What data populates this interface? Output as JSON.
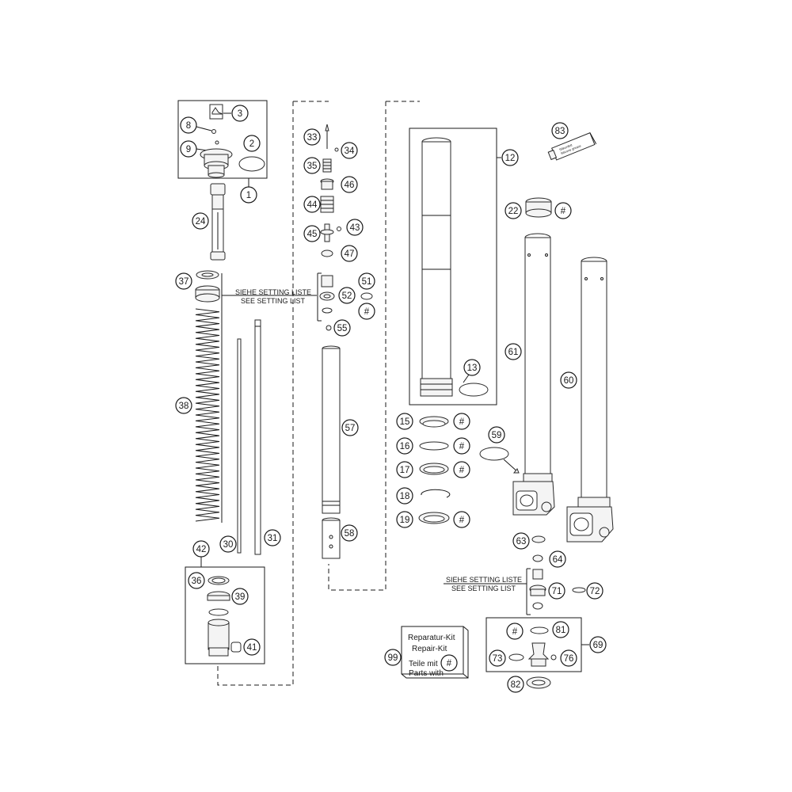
{
  "callouts": [
    {
      "id": "c1",
      "label": "1"
    },
    {
      "id": "c2",
      "label": "2"
    },
    {
      "id": "c3",
      "label": "3"
    },
    {
      "id": "c8",
      "label": "8"
    },
    {
      "id": "c9",
      "label": "9"
    },
    {
      "id": "c24",
      "label": "24"
    },
    {
      "id": "c37",
      "label": "37"
    },
    {
      "id": "c38",
      "label": "38"
    },
    {
      "id": "c30",
      "label": "30"
    },
    {
      "id": "c31",
      "label": "31"
    },
    {
      "id": "c42",
      "label": "42"
    },
    {
      "id": "c36",
      "label": "36"
    },
    {
      "id": "c39",
      "label": "39"
    },
    {
      "id": "c41",
      "label": "41"
    },
    {
      "id": "c33",
      "label": "33"
    },
    {
      "id": "c34",
      "label": "34"
    },
    {
      "id": "c35",
      "label": "35"
    },
    {
      "id": "c46",
      "label": "46"
    },
    {
      "id": "c44",
      "label": "44"
    },
    {
      "id": "c45",
      "label": "45"
    },
    {
      "id": "c43",
      "label": "43"
    },
    {
      "id": "c47",
      "label": "47"
    },
    {
      "id": "c51",
      "label": "51"
    },
    {
      "id": "c52",
      "label": "52"
    },
    {
      "id": "c52h",
      "label": "#"
    },
    {
      "id": "c55",
      "label": "55"
    },
    {
      "id": "c57",
      "label": "57"
    },
    {
      "id": "c58",
      "label": "58"
    },
    {
      "id": "c12",
      "label": "12"
    },
    {
      "id": "c13",
      "label": "13"
    },
    {
      "id": "c15",
      "label": "15"
    },
    {
      "id": "c15h",
      "label": "#"
    },
    {
      "id": "c16",
      "label": "16"
    },
    {
      "id": "c16h",
      "label": "#"
    },
    {
      "id": "c17",
      "label": "17"
    },
    {
      "id": "c17h",
      "label": "#"
    },
    {
      "id": "c18",
      "label": "18"
    },
    {
      "id": "c19",
      "label": "19"
    },
    {
      "id": "c19h",
      "label": "#"
    },
    {
      "id": "c83",
      "label": "83"
    },
    {
      "id": "c22",
      "label": "22"
    },
    {
      "id": "c22h",
      "label": "#"
    },
    {
      "id": "c61",
      "label": "61"
    },
    {
      "id": "c60",
      "label": "60"
    },
    {
      "id": "c59",
      "label": "59"
    },
    {
      "id": "c63",
      "label": "63"
    },
    {
      "id": "c64",
      "label": "64"
    },
    {
      "id": "c71",
      "label": "71"
    },
    {
      "id": "c72",
      "label": "72"
    },
    {
      "id": "c69h",
      "label": "#"
    },
    {
      "id": "c81",
      "label": "81"
    },
    {
      "id": "c69",
      "label": "69"
    },
    {
      "id": "c73",
      "label": "73"
    },
    {
      "id": "c76",
      "label": "76"
    },
    {
      "id": "c82",
      "label": "82"
    },
    {
      "id": "c99",
      "label": "99"
    },
    {
      "id": "ckit",
      "label": "#"
    }
  ],
  "notes": {
    "setting_1_de": "SIEHE SETTING LISTE",
    "setting_1_en": "SEE SETTING LIST",
    "setting_2_de": "SIEHE SETTING LISTE",
    "setting_2_en": "SEE SETTING LIST"
  },
  "repair_kit": {
    "line1": "Reparatur-Kit",
    "line2": "Repair-Kit",
    "line3": "Teile mit",
    "line4": "Parts with"
  },
  "tube_label": {
    "line1": "Silikonfett",
    "line2": "Silicone grease"
  }
}
